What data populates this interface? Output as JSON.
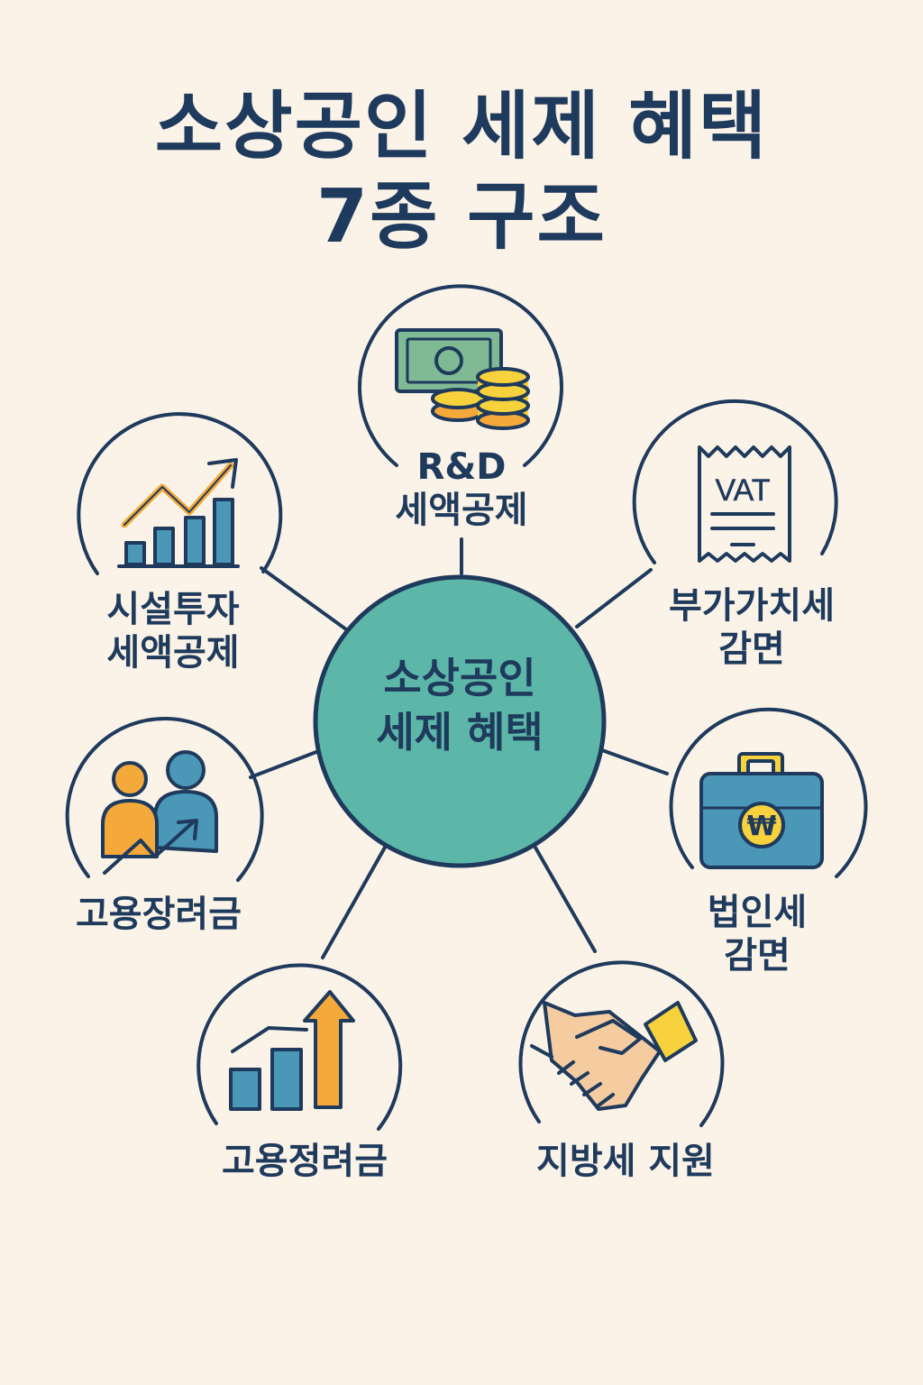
{
  "title": {
    "line1": "소상공인 세제 혜택",
    "line2": "7종 구조"
  },
  "center": {
    "line1": "소상공인",
    "line2": "세제 혜택",
    "color": "#5db7a9"
  },
  "nodes": [
    {
      "id": "rnd",
      "icon": "money-coins-icon",
      "lines": [
        "R&D",
        "세액공제"
      ]
    },
    {
      "id": "vat",
      "icon": "vat-receipt-icon",
      "lines": [
        "부가가치세",
        "감면"
      ]
    },
    {
      "id": "corporate",
      "icon": "won-briefcase-icon",
      "lines": [
        "법인세",
        "감면"
      ]
    },
    {
      "id": "local",
      "icon": "handshake-icon",
      "lines": [
        "지방세 지원"
      ]
    },
    {
      "id": "employment-b",
      "icon": "rising-bar-chart-icon",
      "lines": [
        "고용정려금"
      ]
    },
    {
      "id": "employment-a",
      "icon": "people-growth-icon",
      "lines": [
        "고용장려금"
      ]
    },
    {
      "id": "facility",
      "icon": "growth-chart-icon",
      "lines": [
        "시설투자",
        "세액공제"
      ]
    }
  ],
  "colors": {
    "background": "#fcf3e8",
    "navy": "#1e3a5c",
    "teal": "#5db7a9",
    "blue": "#4a97b8",
    "orange": "#f5a93a",
    "yellow": "#f7d23c",
    "green": "#7fba94"
  }
}
